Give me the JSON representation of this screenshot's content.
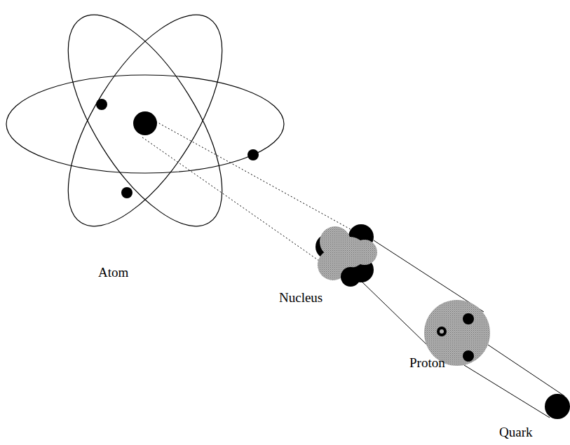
{
  "diagram": {
    "labels": [
      "Atom",
      "Nucleus",
      "Proton",
      "Quark"
    ]
  }
}
